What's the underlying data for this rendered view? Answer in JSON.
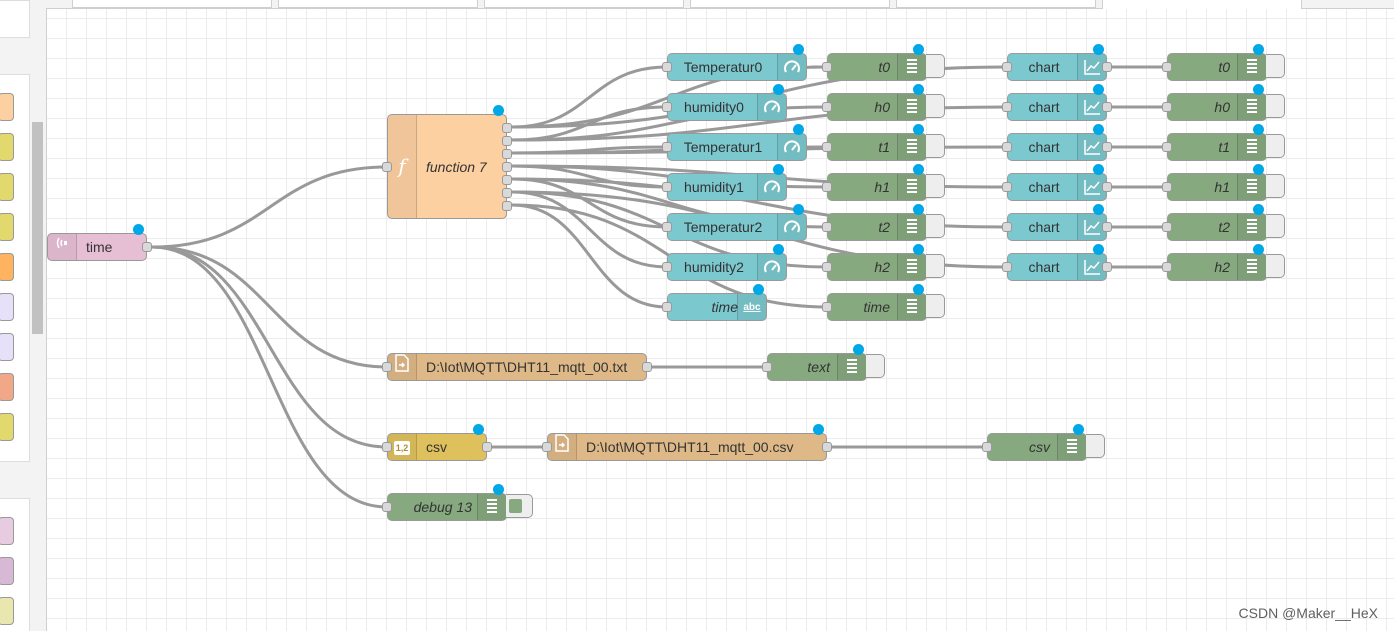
{
  "workspace": {
    "nodes": {
      "inject_time": {
        "label": "time"
      },
      "function7": {
        "label": "function 7"
      },
      "gauge_temp0": {
        "label": "Temperatur0"
      },
      "gauge_hum0": {
        "label": "humidity0"
      },
      "gauge_temp1": {
        "label": "Temperatur1"
      },
      "gauge_hum1": {
        "label": "humidity1"
      },
      "gauge_temp2": {
        "label": "Temperatur2"
      },
      "gauge_hum2": {
        "label": "humidity2"
      },
      "text_time": {
        "label": "time",
        "icon_text": "abc"
      },
      "debug_t0": {
        "label": "t0"
      },
      "debug_h0": {
        "label": "h0"
      },
      "debug_t1": {
        "label": "t1"
      },
      "debug_h1": {
        "label": "h1"
      },
      "debug_t2": {
        "label": "t2"
      },
      "debug_h2": {
        "label": "h2"
      },
      "debug_time": {
        "label": "time"
      },
      "chart0": {
        "label": "chart"
      },
      "chart1": {
        "label": "chart"
      },
      "chart2": {
        "label": "chart"
      },
      "chart3": {
        "label": "chart"
      },
      "chart4": {
        "label": "chart"
      },
      "chart5": {
        "label": "chart"
      },
      "debug_ct0": {
        "label": "t0"
      },
      "debug_ch0": {
        "label": "h0"
      },
      "debug_ct1": {
        "label": "t1"
      },
      "debug_ch1": {
        "label": "h1"
      },
      "debug_ct2": {
        "label": "t2"
      },
      "debug_ch2": {
        "label": "h2"
      },
      "file_txt": {
        "label": "D:\\Iot\\MQTT\\DHT11_mqtt_00.txt"
      },
      "debug_text": {
        "label": "text"
      },
      "csv_node": {
        "label": "csv",
        "icon_text": "1,2"
      },
      "file_csv": {
        "label": "D:\\Iot\\MQTT\\DHT11_mqtt_00.csv"
      },
      "debug_csv": {
        "label": "csv"
      },
      "debug13": {
        "label": "debug 13"
      }
    }
  },
  "watermark": "CSDN @Maker__HeX",
  "colors": {
    "inject": "#e7bfd5",
    "function": "#fdd0a2",
    "dashboard": "#7bc8cf",
    "debug": "#87a980",
    "file": "#deb887",
    "csv": "#dec05c",
    "status_dot": "#00a8e8",
    "wire": "#999999"
  }
}
